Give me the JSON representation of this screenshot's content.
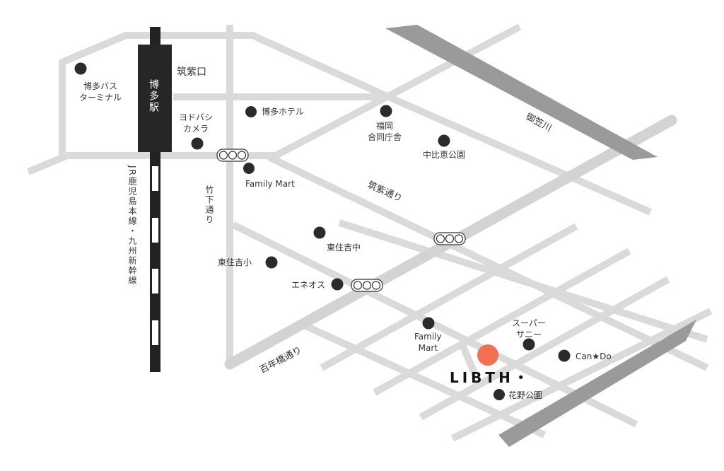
{
  "station": "博多駅",
  "exit": "筑紫口",
  "railway": "JR鹿児島本線・九州新幹線",
  "roads": {
    "takeshita": "竹下通り",
    "chikushi": "筑紫通り",
    "hyakunenbashi": "百年橋通り"
  },
  "river": "御笠川",
  "destination": {
    "name": "LIBTH・",
    "color": "#f07050"
  },
  "landmarks": [
    {
      "name": "博多バス\nターミナル"
    },
    {
      "name": "ヨドバシ\nカメラ"
    },
    {
      "name": "博多ホテル"
    },
    {
      "name": "福岡\n合同庁舎"
    },
    {
      "name": "中比恵公園"
    },
    {
      "name": "Family Mart"
    },
    {
      "name": "東住吉中"
    },
    {
      "name": "東住吉小"
    },
    {
      "name": "エネオス"
    },
    {
      "name": "Family\nMart"
    },
    {
      "name": "スーパー\nサニー"
    },
    {
      "name": "Can★Do"
    },
    {
      "name": "花野公園"
    }
  ],
  "colors": {
    "road": "#d9d9d9",
    "river": "#999999",
    "marker": "#2b2b2b"
  }
}
